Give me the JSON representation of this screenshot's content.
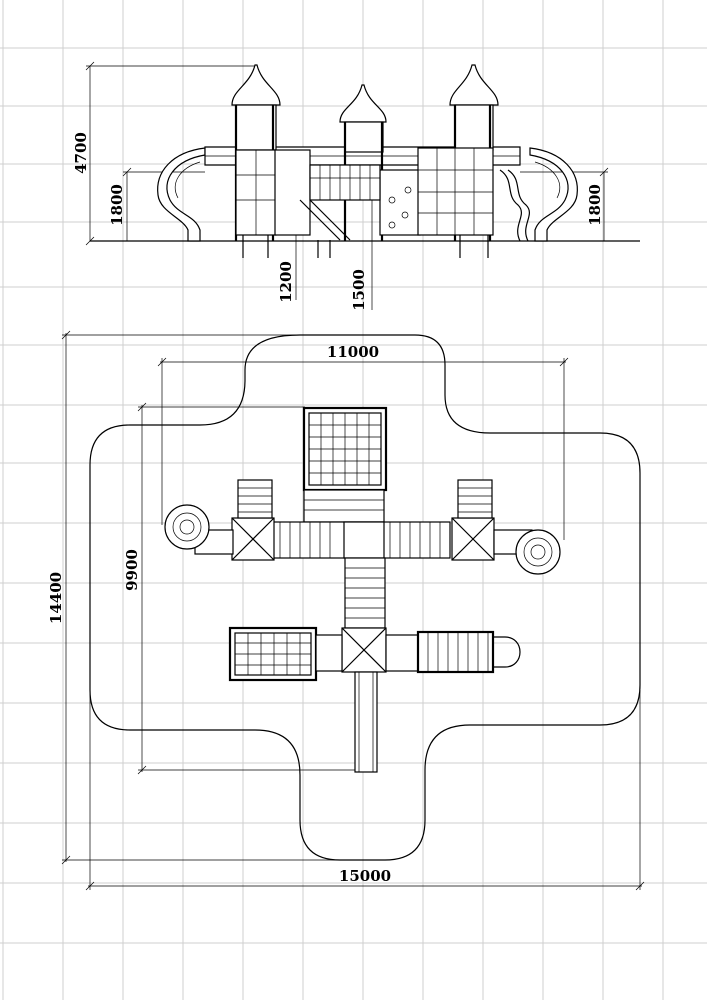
{
  "elevation": {
    "dimensions": {
      "total_height": "4700",
      "left_platform_height": "1800",
      "right_platform_height": "1800",
      "mid_height_a": "1200",
      "mid_height_b": "1500"
    }
  },
  "plan": {
    "dimensions": {
      "structure_width": "11000",
      "structure_depth": "9900",
      "area_depth": "14400",
      "area_width": "15000"
    }
  }
}
